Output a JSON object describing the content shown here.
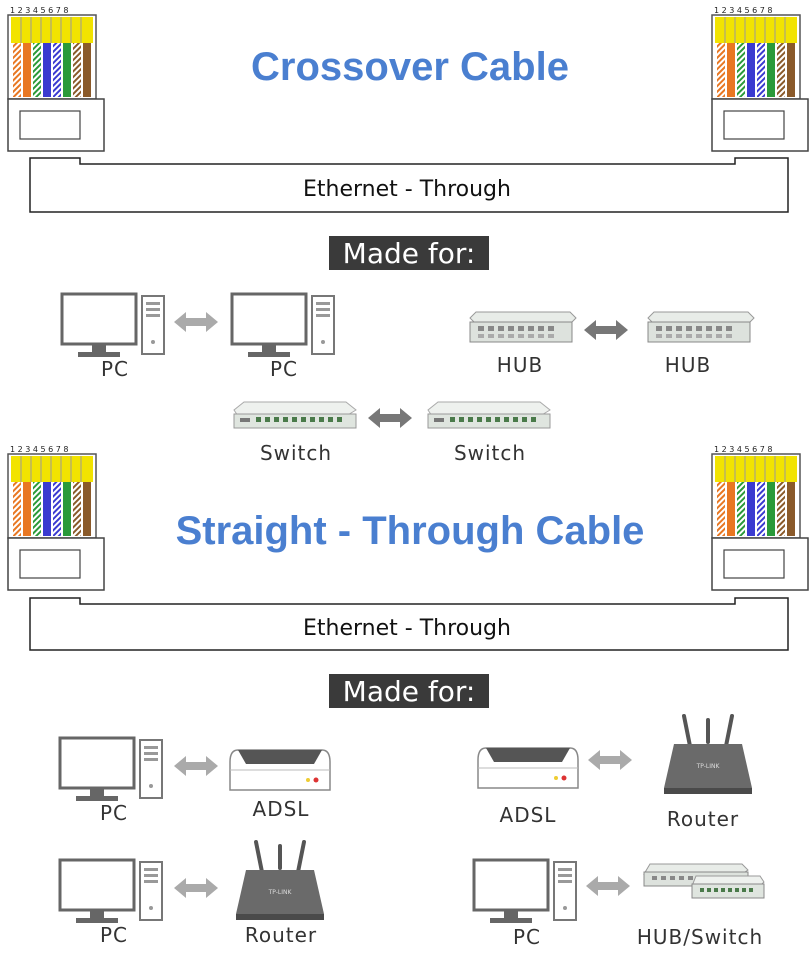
{
  "sections": [
    {
      "title": "Crossover Cable",
      "cable_label": "Ethernet - Through",
      "made_for_label": "Made for:",
      "pairs": [
        {
          "left": "PC",
          "right": "PC",
          "left_icon": "pc-icon",
          "right_icon": "pc-icon"
        },
        {
          "left": "HUB",
          "right": "HUB",
          "left_icon": "hub-icon",
          "right_icon": "hub-icon"
        },
        {
          "left": "Switch",
          "right": "Switch",
          "left_icon": "switch-icon",
          "right_icon": "switch-icon"
        }
      ]
    },
    {
      "title": "Straight - Through Cable",
      "cable_label": "Ethernet - Through",
      "made_for_label": "Made for:",
      "pairs": [
        {
          "left": "PC",
          "right": "ADSL",
          "left_icon": "pc-icon",
          "right_icon": "adsl-modem-icon"
        },
        {
          "left": "ADSL",
          "right": "Router",
          "left_icon": "adsl-modem-icon",
          "right_icon": "router-icon"
        },
        {
          "left": "PC",
          "right": "Router",
          "left_icon": "pc-icon",
          "right_icon": "router-icon"
        },
        {
          "left": "PC",
          "right": "HUB/Switch",
          "left_icon": "pc-icon",
          "right_icon": "hub-switch-icon"
        }
      ]
    }
  ],
  "pin_numbers": "1 2 3 4 5 6 7 8",
  "colors": {
    "title_blue": "#4a7fd0",
    "made_for_bg": "#3a3a3a",
    "arrow_gray": "#aaaaaa",
    "wire_orange": "#e87722",
    "wire_green": "#2a9a3a",
    "wire_blue": "#3a3ad0",
    "wire_brown": "#8a5a2a",
    "pin_gold": "#f2e300"
  }
}
